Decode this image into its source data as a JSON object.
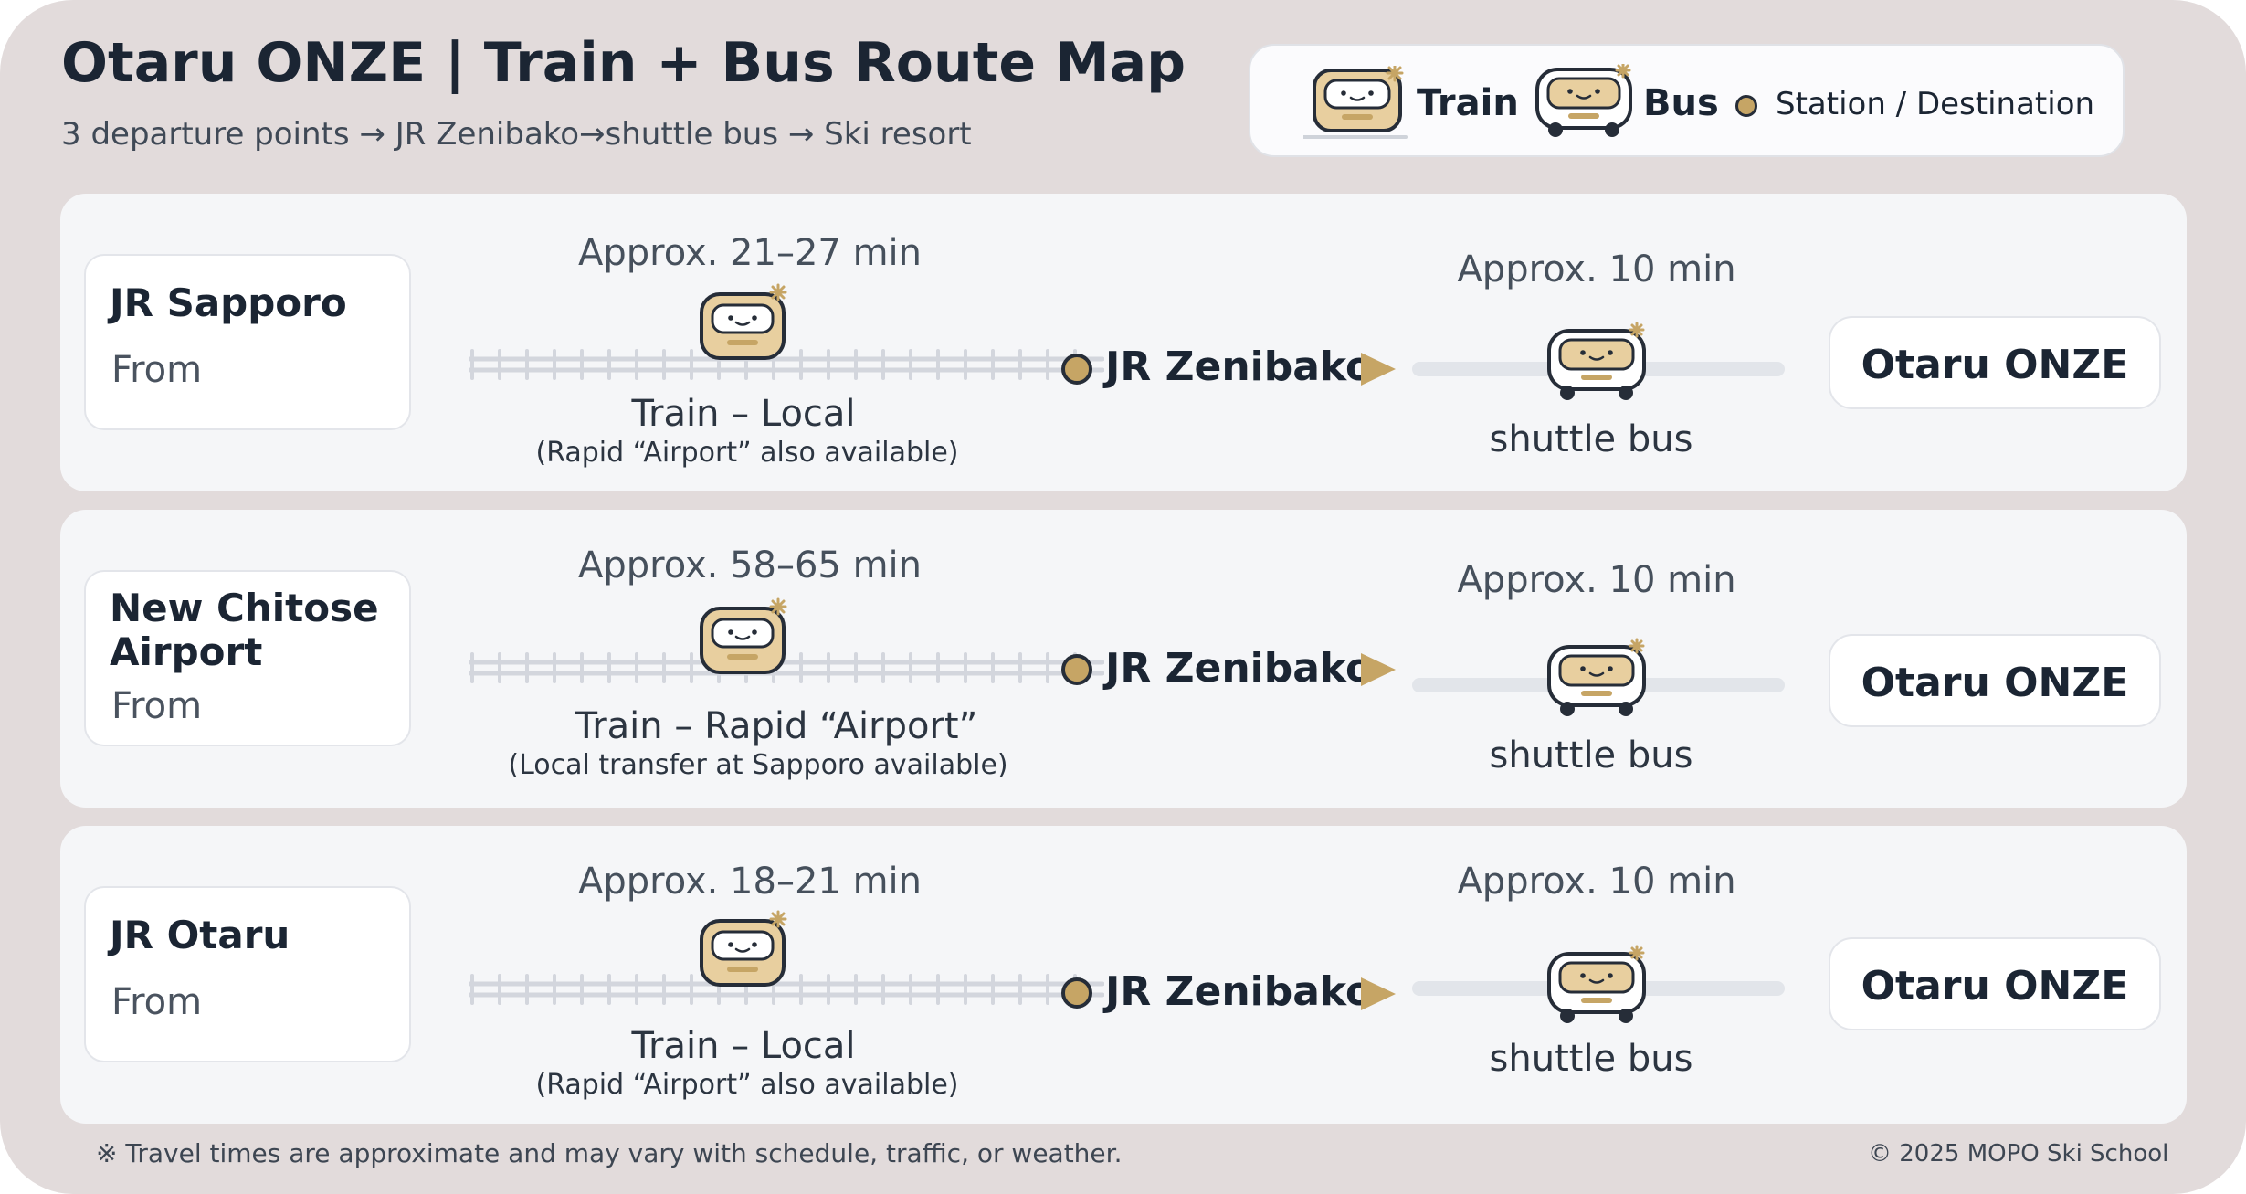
{
  "header": {
    "title": "Otaru ONZE | Train + Bus Route Map",
    "subtitle": "3 departure points → JR Zenibako→shuttle bus →  Ski resort"
  },
  "legend": {
    "train_label": "Train",
    "bus_label": "Bus",
    "station_label": "Station / Destination"
  },
  "routes": [
    {
      "origin": "JR Sapporo",
      "from_label": "From",
      "train_time": "Approx. 21–27 min",
      "train_service": "Train – Local",
      "train_note": "(Rapid “Airport” also available)",
      "station": "JR Zenibako",
      "bus_time": "Approx. 10 min",
      "bus_mode": "shuttle bus",
      "destination": "Otaru ONZE"
    },
    {
      "origin": "New Chitose Airport",
      "from_label": "From",
      "train_time": "Approx. 58–65 min",
      "train_service": "Train – Rapid “Airport”",
      "train_note": "(Local transfer at Sapporo available)",
      "station": "JR Zenibako",
      "bus_time": "Approx. 10 min",
      "bus_mode": "shuttle bus",
      "destination": "Otaru ONZE"
    },
    {
      "origin": "JR Otaru",
      "from_label": "From",
      "train_time": "Approx. 18–21 min",
      "train_service": "Train – Local",
      "train_note": "(Rapid “Airport” also available)",
      "station": "JR Zenibako",
      "bus_time": "Approx. 10 min",
      "bus_mode": "shuttle bus",
      "destination": "Otaru ONZE"
    }
  ],
  "footer": {
    "note": "※ Travel times are approximate and may vary with schedule, traffic, or weather.",
    "copyright": "© 2025 MOPO Ski School"
  },
  "colors": {
    "background": "#e2dbdb",
    "panel": "#f5f6f8",
    "accent_gold": "#c6a565",
    "vehicle_body": "#e8cf9f",
    "dark_text": "#1b2533"
  },
  "icons": {
    "train": "train-icon",
    "bus": "bus-icon",
    "station": "station-dot",
    "arrow": "play-arrow-icon"
  }
}
